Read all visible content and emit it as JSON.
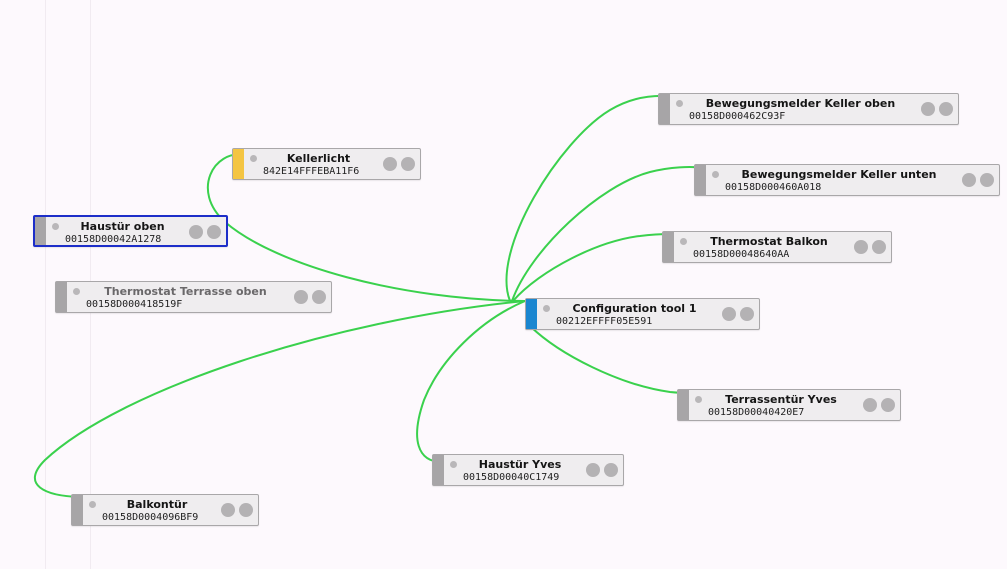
{
  "link_color": "#3ad14d",
  "nodes": [
    {
      "id": "kellerlicht",
      "title": "Kellerlicht",
      "address": "842E14FFFEBA11F6",
      "stripe": "yellow"
    },
    {
      "id": "haustuer-oben",
      "title": "Haustür oben",
      "address": "00158D00042A1278",
      "stripe": "gray",
      "selected": true
    },
    {
      "id": "thermostat-terrasse-oben",
      "title": "Thermostat Terrasse oben",
      "address": "00158D000418519F",
      "stripe": "gray",
      "dimmed_title": true
    },
    {
      "id": "balkontuer",
      "title": "Balkontür",
      "address": "00158D0004096BF9",
      "stripe": "gray"
    },
    {
      "id": "haustuer-yves",
      "title": "Haustür Yves",
      "address": "00158D00040C1749",
      "stripe": "gray"
    },
    {
      "id": "configuration-tool",
      "title": "Configuration tool 1",
      "address": "00212EFFFF05E591",
      "stripe": "blue"
    },
    {
      "id": "bewegungsmelder-keller-oben",
      "title": "Bewegungsmelder Keller oben",
      "address": "00158D000462C93F",
      "stripe": "gray"
    },
    {
      "id": "bewegungsmelder-keller-unten",
      "title": "Bewegungsmelder Keller unten",
      "address": "00158D000460A018",
      "stripe": "gray"
    },
    {
      "id": "thermostat-balkon",
      "title": "Thermostat Balkon",
      "address": "00158D00048640AA",
      "stripe": "gray"
    },
    {
      "id": "terrassentuer-yves",
      "title": "Terrassentür Yves",
      "address": "00158D00040420E7",
      "stripe": "gray"
    }
  ],
  "links": [
    {
      "from": "configuration-tool",
      "to": "kellerlicht"
    },
    {
      "from": "configuration-tool",
      "to": "balkontuer"
    },
    {
      "from": "configuration-tool",
      "to": "haustuer-yves"
    },
    {
      "from": "configuration-tool",
      "to": "bewegungsmelder-keller-oben"
    },
    {
      "from": "configuration-tool",
      "to": "bewegungsmelder-keller-unten"
    },
    {
      "from": "configuration-tool",
      "to": "thermostat-balkon"
    },
    {
      "from": "configuration-tool",
      "to": "terrassentuer-yves"
    }
  ]
}
